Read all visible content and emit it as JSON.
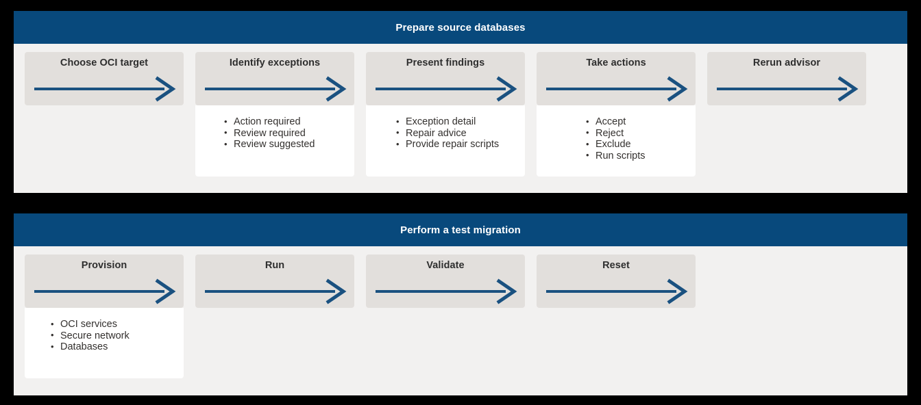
{
  "colors": {
    "header_blue": "#08497c",
    "panel_background": "#f2f1f0",
    "step_box": "#e2dfdc",
    "arrow_blue": "#1a5180",
    "bullet_card": "#ffffff",
    "text_dark": "#2e2e2e",
    "canvas_border": "#000000"
  },
  "panels": [
    {
      "title": "Prepare source databases",
      "columns": [
        {
          "step": "Choose OCI target",
          "arrow_icon": "right-arrow-icon",
          "bullets": []
        },
        {
          "step": "Identify exceptions",
          "arrow_icon": "right-arrow-icon",
          "bullets": [
            "Action required",
            "Review required",
            "Review suggested"
          ]
        },
        {
          "step": "Present findings",
          "arrow_icon": "right-arrow-icon",
          "bullets": [
            "Exception detail",
            "Repair advice",
            "Provide repair scripts"
          ]
        },
        {
          "step": "Take actions",
          "arrow_icon": "right-arrow-icon",
          "bullets": [
            "Accept",
            "Reject",
            "Exclude",
            "Run scripts"
          ]
        },
        {
          "step": "Rerun advisor",
          "arrow_icon": "right-arrow-icon",
          "bullets": []
        }
      ]
    },
    {
      "title": "Perform a test migration",
      "columns": [
        {
          "step": "Provision",
          "arrow_icon": "right-arrow-icon",
          "bullets": [
            "OCI services",
            "Secure network",
            "Databases"
          ]
        },
        {
          "step": "Run",
          "arrow_icon": "right-arrow-icon",
          "bullets": []
        },
        {
          "step": "Validate",
          "arrow_icon": "right-arrow-icon",
          "bullets": []
        },
        {
          "step": "Reset",
          "arrow_icon": "right-arrow-icon",
          "bullets": []
        }
      ]
    }
  ]
}
